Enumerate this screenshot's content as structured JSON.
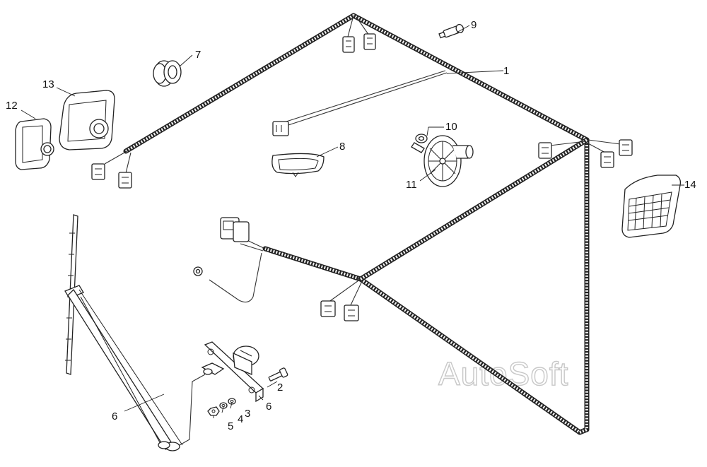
{
  "callouts": [
    {
      "id": "c1",
      "text": "1"
    },
    {
      "id": "c2",
      "text": "2"
    },
    {
      "id": "c3",
      "text": "3"
    },
    {
      "id": "c4",
      "text": "4"
    },
    {
      "id": "c5",
      "text": "5"
    },
    {
      "id": "c6a",
      "text": "6"
    },
    {
      "id": "c6b",
      "text": "6"
    },
    {
      "id": "c7",
      "text": "7"
    },
    {
      "id": "c8",
      "text": "8"
    },
    {
      "id": "c9",
      "text": "9"
    },
    {
      "id": "c10",
      "text": "10"
    },
    {
      "id": "c11",
      "text": "11"
    },
    {
      "id": "c12",
      "text": "12"
    },
    {
      "id": "c13",
      "text": "13"
    },
    {
      "id": "c14",
      "text": "14"
    }
  ],
  "watermark": "AutoSoft"
}
